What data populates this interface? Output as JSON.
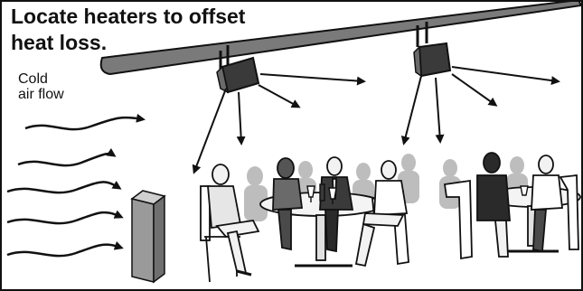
{
  "title": {
    "line1": "Locate heaters to offset",
    "line2": "heat loss."
  },
  "label": {
    "line1": "Cold",
    "line2": "air flow"
  },
  "colors": {
    "ink": "#111111",
    "beam": "#7a7a7a",
    "heater": "#3a3a3a",
    "wall": "#9a9a9a",
    "people_shadow": "#bdbdbd",
    "people": "#e6e6e6"
  },
  "icons": {
    "heater": "ceiling-heater-icon",
    "airflow": "wavy-arrow-icon",
    "diners": "restaurant-diners-illustration"
  }
}
